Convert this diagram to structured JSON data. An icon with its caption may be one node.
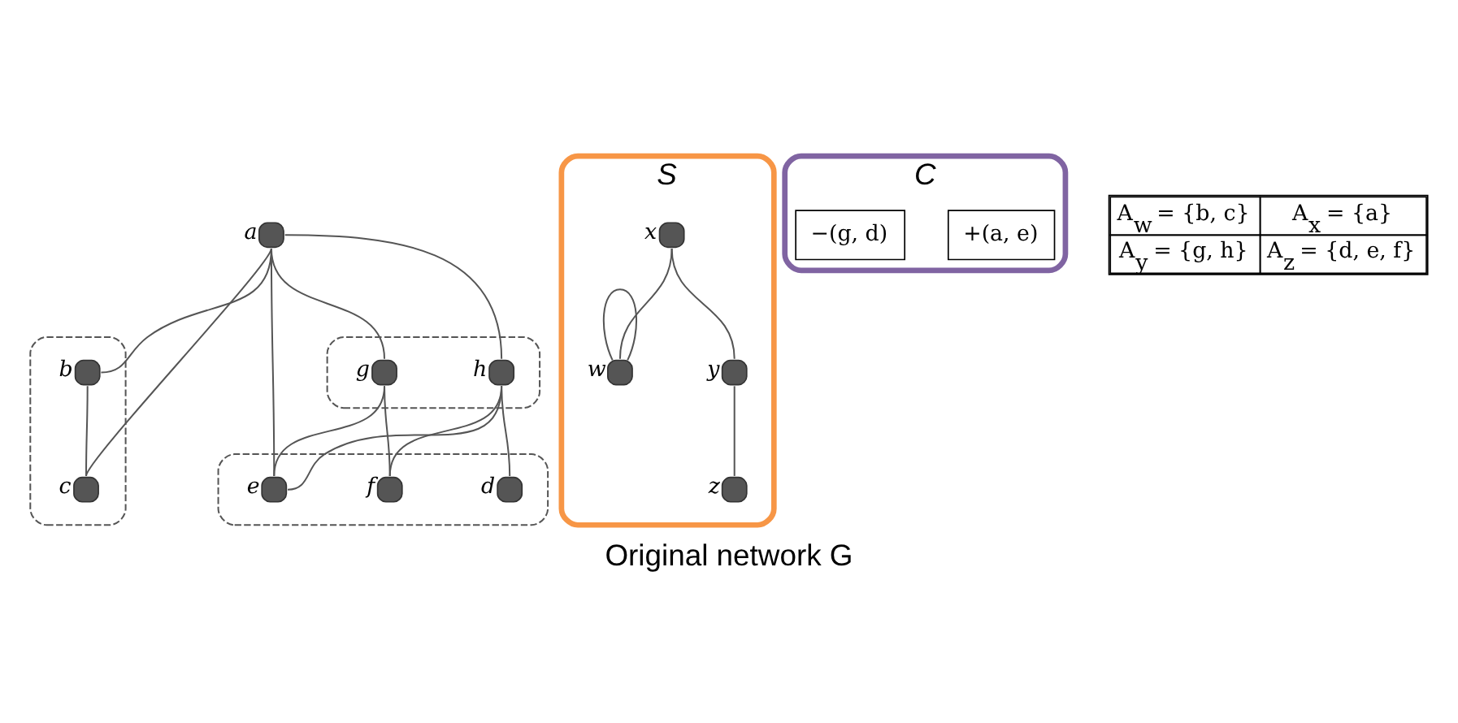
{
  "diagram": {
    "caption": "Original network G",
    "nodes": [
      {
        "text": [],
        "shape": "ellipse"
      },
      {
        "text": [],
        "shape": "circle",
        "in": 0,
        "beside": [
          "b"
        ]
      },
      {
        "text": [],
        "shape": "circle",
        "in": 0,
        "beside": [
          "c"
        ]
      },
      {
        "text": [],
        "shape": "circle",
        "beside": [
          "a"
        ]
      },
      {
        "text": [],
        "shape": "ellipse"
      },
      {
        "text": [],
        "shape": "circle",
        "in": 4,
        "beside": [
          "d"
        ]
      },
      {
        "text": [],
        "shape": "circle",
        "in": 4,
        "beside": [
          "e"
        ]
      },
      {
        "text": [],
        "shape": "circle",
        "in": 4,
        "beside": [
          "f"
        ]
      },
      {
        "text": [],
        "shape": "ellipse"
      },
      {
        "text": [],
        "shape": "circle",
        "in": 8,
        "beside": [
          "h"
        ]
      },
      {
        "text": [],
        "shape": "circle",
        "in": 8,
        "beside": [
          "g"
        ]
      },
      {
        "text": [
          "S"
        ]
      },
      {
        "text": [],
        "shape": "circle",
        "in": 11,
        "beside": [
          "x"
        ]
      },
      {
        "text": [],
        "shape": "circle",
        "in": 11,
        "beside": [
          "w"
        ]
      },
      {
        "text": [],
        "shape": "circle",
        "in": 11,
        "beside": [
          "z"
        ]
      },
      {
        "text": [],
        "shape": "circle",
        "in": 11,
        "beside": [
          "y"
        ]
      },
      {
        "text": [
          "C"
        ]
      },
      {
        "text": [
          "+(a, e)"
        ],
        "in": 16
      },
      {
        "text": [
          "−(g, d)"
        ],
        "in": 16
      }
    ],
    "edges": [
      {
        "from": 3,
        "to": 1,
        "arrow": "none"
      },
      {
        "from": 3,
        "to": 2,
        "arrow": "none"
      },
      {
        "from": 1,
        "to": 2,
        "arrow": "none"
      },
      {
        "from": 3,
        "to": 9,
        "arrow": "none"
      },
      {
        "from": 3,
        "to": 10,
        "arrow": "none"
      },
      {
        "from": 3,
        "to": 6,
        "arrow": "none"
      },
      {
        "from": 9,
        "to": 5,
        "arrow": "none"
      },
      {
        "from": 9,
        "to": 6,
        "arrow": "none"
      },
      {
        "from": 9,
        "to": 7,
        "arrow": "none"
      },
      {
        "from": 10,
        "to": 6,
        "arrow": "none"
      },
      {
        "from": 10,
        "to": 7,
        "arrow": "none"
      },
      {
        "from": 12,
        "to": 13,
        "arrow": "none"
      },
      {
        "from": 13,
        "to": 13,
        "arrow": "none"
      },
      {
        "from": 12,
        "to": 15,
        "arrow": "none"
      },
      {
        "from": 15,
        "to": 14,
        "arrow": "none"
      }
    ],
    "labels": [
      "A$_{w}$ = {b, c}",
      "A$_{x}$ = {a}",
      "A$_{y}$ = {g, h}",
      "A$_{z}$ = {d, e, f}"
    ]
  }
}
